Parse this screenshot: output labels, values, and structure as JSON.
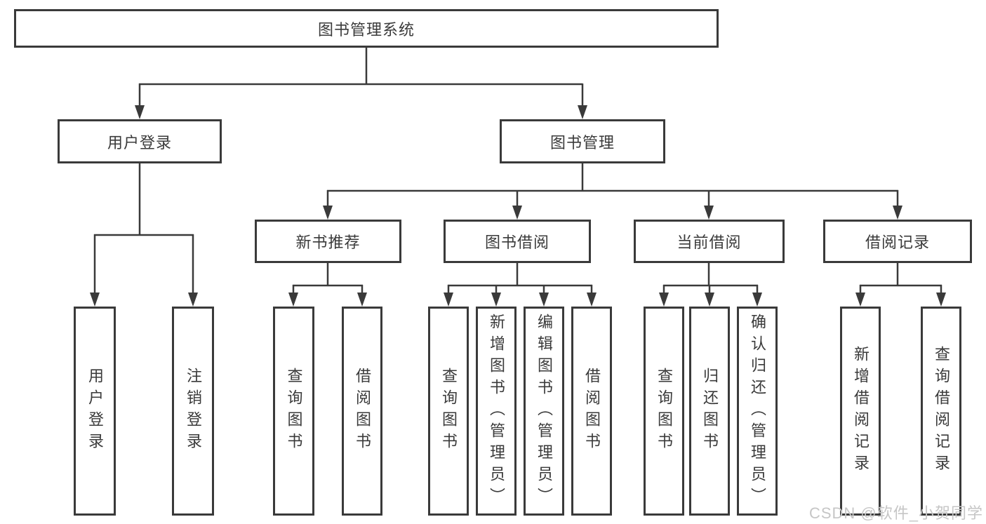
{
  "tree": {
    "label": "图书管理系统",
    "children": [
      {
        "label": "用户登录",
        "children": [
          {
            "label": "用户登录"
          },
          {
            "label": "注销登录"
          }
        ]
      },
      {
        "label": "图书管理",
        "children": [
          {
            "label": "新书推荐",
            "children": [
              {
                "label": "查询图书"
              },
              {
                "label": "借阅图书"
              }
            ]
          },
          {
            "label": "图书借阅",
            "children": [
              {
                "label": "查询图书"
              },
              {
                "label": "新增图书（管理员）"
              },
              {
                "label": "编辑图书（管理员）"
              },
              {
                "label": "借阅图书"
              }
            ]
          },
          {
            "label": "当前借阅",
            "children": [
              {
                "label": "查询图书"
              },
              {
                "label": "归还图书"
              },
              {
                "label": "确认归还（管理员）"
              }
            ]
          },
          {
            "label": "借阅记录",
            "children": [
              {
                "label": "新增借阅记录"
              },
              {
                "label": "查询借阅记录"
              }
            ]
          }
        ]
      }
    ]
  },
  "watermark": "CSDN @软件_小贺同学",
  "colors": {
    "line": "#3a3a3a",
    "text": "#3a3a3a",
    "background": "#ffffff",
    "watermark": "#c6c6c6"
  }
}
